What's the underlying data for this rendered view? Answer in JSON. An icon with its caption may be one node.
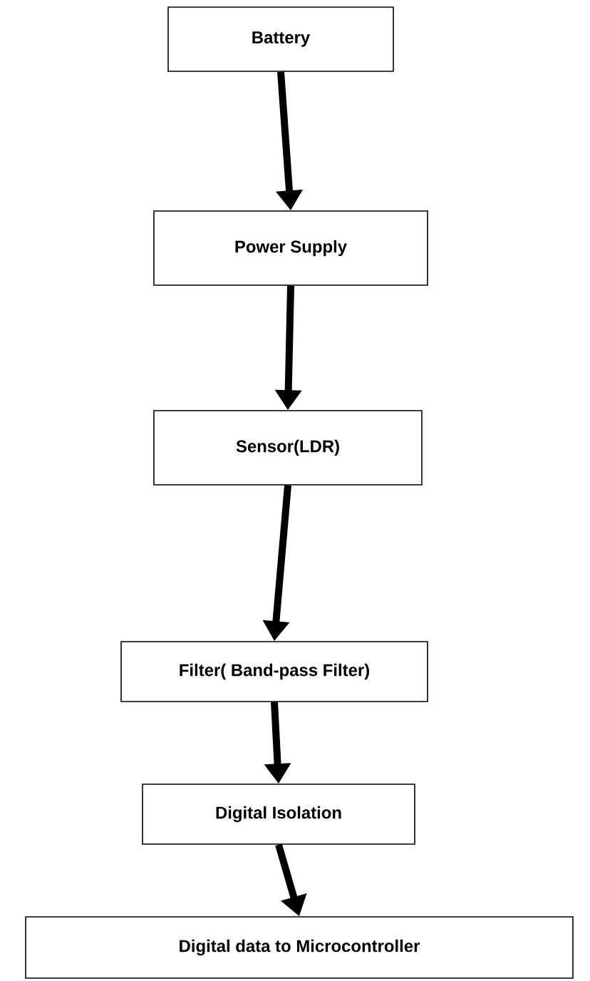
{
  "diagram": {
    "nodes": [
      {
        "text": [
          "Battery"
        ]
      },
      {
        "text": [
          "Power Supply"
        ]
      },
      {
        "text": [
          "Sensor(LDR)"
        ]
      },
      {
        "text": [
          "Filter( Band-pass Filter)"
        ]
      },
      {
        "text": [
          "Digital Isolation"
        ]
      },
      {
        "text": [
          "Digital data to Microcontroller"
        ]
      }
    ],
    "edges": [
      {
        "from": 0,
        "to": 1,
        "arrow": "to"
      },
      {
        "from": 1,
        "to": 2,
        "arrow": "to"
      },
      {
        "from": 2,
        "to": 3,
        "arrow": "to"
      },
      {
        "from": 3,
        "to": 4,
        "arrow": "to"
      },
      {
        "from": 4,
        "to": 5,
        "arrow": "to"
      }
    ]
  }
}
